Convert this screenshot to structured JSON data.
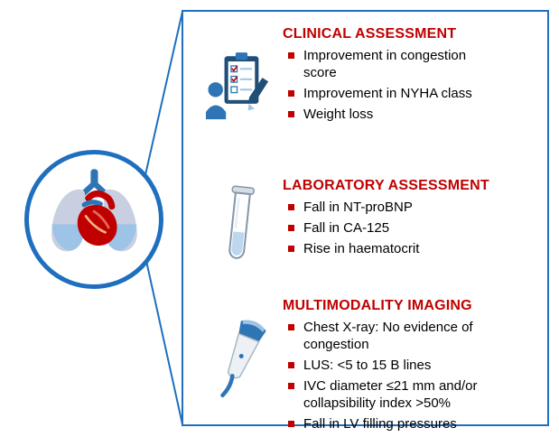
{
  "figure": {
    "colors": {
      "heading_red": "#C00000",
      "bullet_red": "#C00000",
      "frame_blue": "#1F6FBF",
      "icon_blue_dark": "#1F4E79",
      "icon_blue": "#2E75B6",
      "icon_blue_light": "#9DC3E6"
    },
    "sections": [
      {
        "title": "CLINICAL ASSESSMENT",
        "icon": "clipboard-checklist-person",
        "items": [
          "Improvement in congestion score",
          "Improvement in NYHA class",
          "Weight loss"
        ]
      },
      {
        "title": "LABORATORY ASSESSMENT",
        "icon": "test-tube",
        "items": [
          "Fall in NT-proBNP",
          "Fall in CA-125",
          "Rise in haematocrit"
        ]
      },
      {
        "title": "MULTIMODALITY IMAGING",
        "icon": "ultrasound-probe",
        "items": [
          "Chest X-ray: No evidence of congestion",
          "LUS: <5 to 15 B lines",
          "IVC diameter ≤21 mm and/or collapsibility index >50%",
          "Fall in LV filling pressures"
        ]
      }
    ]
  }
}
